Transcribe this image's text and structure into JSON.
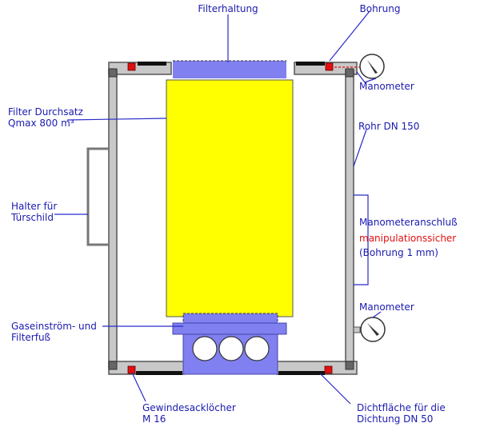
{
  "labels": {
    "filterhaltung": "Filterhaltung",
    "bohrung": "Bohrung",
    "manometer_top": "Manometer",
    "filter_line1": "Filter Durchsatz",
    "filter_line2": "Qmax 800 m³",
    "rohr": "Rohr DN 150",
    "halter_line1": "Halter für",
    "halter_line2": "Türschild",
    "anschluss_line1": "Manometeranschluß",
    "anschluss_line2": "manipulationssicher",
    "anschluss_line3": "(Bohrung 1 mm)",
    "manometer_bottom": "Manometer",
    "gas_line1": "Gaseinström- und",
    "gas_line2": "Filterfuß",
    "gewinde_line1": "Gewindesacklöcher",
    "gewinde_line2": "M 16",
    "dicht_line1": "Dichtfläche für die",
    "dicht_line2": "Dichtung DN 50"
  },
  "colors": {
    "filter": "#ffff00",
    "holder": "#8080f0",
    "label_text": "#1a1ab0",
    "accent_red": "#e01010",
    "wall": "#c8c8c8"
  }
}
